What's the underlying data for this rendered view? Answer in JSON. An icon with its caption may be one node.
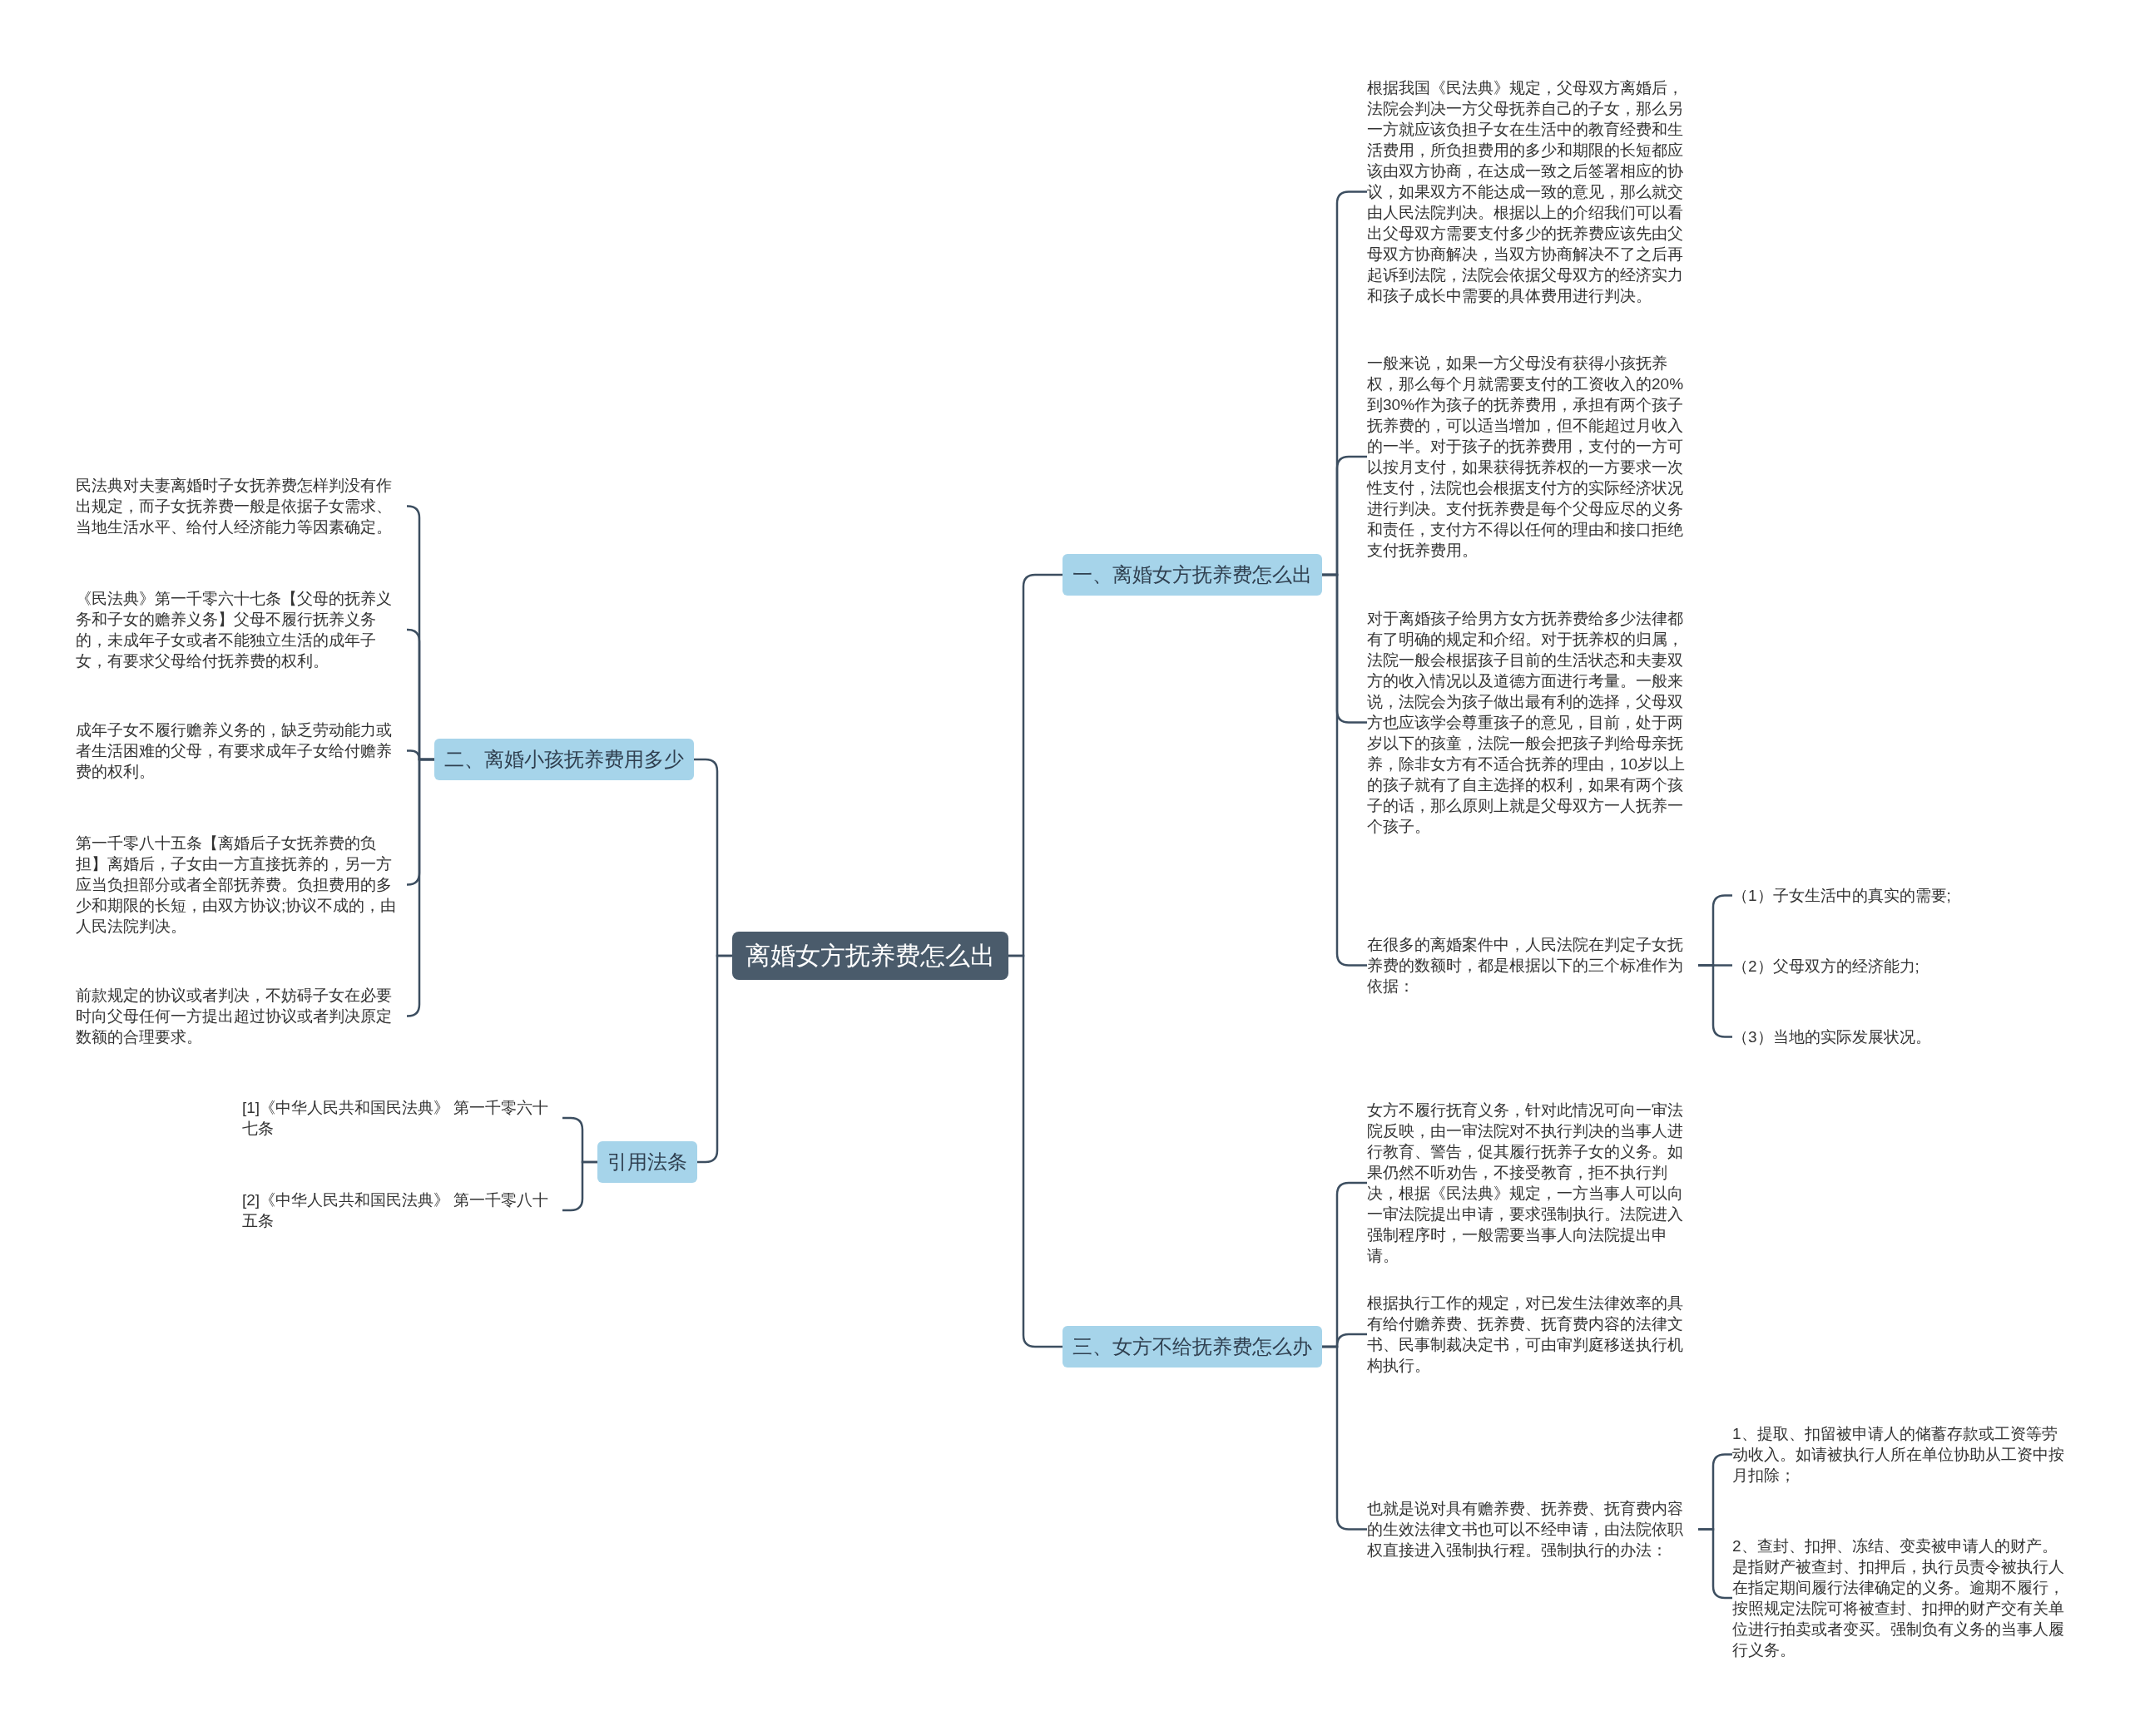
{
  "diagram": {
    "nodes": [
      {
        "text": [
          "离婚女方抚养费怎么出"
        ]
      },
      {
        "text": [
          "一、离婚女方抚养费怎么出"
        ]
      },
      {
        "text": [
          "根据我国《民法典》规定，父母双方离婚后，法院会判决一方父母抚养自己的子女，那么另一方就应该负担子女在生活中的教育经费和生活费用，所负担费用的多少和期限的长短都应该由双方协商，在达成一致之后签署相应的协议，如果双方不能达成一致的意见，那么就交由人民法院判决。根据以上的介绍我们可以看出父母双方需要支付多少的抚养费应该先由父母双方协商解决，当双方协商解决不了之后再起诉到法院，法院会依据父母双方的经济实力和孩子成长中需要的具体费用进行判决。"
        ]
      },
      {
        "text": [
          "一般来说，如果一方父母没有获得小孩抚养权，那么每个月就需要支付的工资收入的20%到30%作为孩子的抚养费用，承担有两个孩子抚养费的，可以适当增加，但不能超过月收入的一半。对于孩子的抚养费用，支付的一方可以按月支付，如果获得抚养权的一方要求一次性支付，法院也会根据支付方的实际经济状况进行判决。支付抚养费是每个父母应尽的义务和责任，支付方不得以任何的理由和接口拒绝支付抚养费用。"
        ]
      },
      {
        "text": [
          "对于离婚孩子给男方女方抚养费给多少法律都有了明确的规定和介绍。对于抚养权的归属，法院一般会根据孩子目前的生活状态和夫妻双方的收入情况以及道德方面进行考量。一般来说，法院会为孩子做出最有利的选择，父母双方也应该学会尊重孩子的意见，目前，处于两岁以下的孩童，法院一般会把孩子判给母亲抚养，除非女方有不适合抚养的理由，10岁以上的孩子就有了自主选择的权利，如果有两个孩子的话，那么原则上就是父母双方一人抚养一个孩子。"
        ]
      },
      {
        "text": [
          "在很多的离婚案件中，人民法院在判定子女抚养费的数额时，都是根据以下的三个标准作为依据："
        ]
      },
      {
        "text": [
          "（1）子女生活中的真实的需要;"
        ]
      },
      {
        "text": [
          "（2）父母双方的经济能力;"
        ]
      },
      {
        "text": [
          "（3）当地的实际发展状况。"
        ]
      },
      {
        "text": [
          "三、女方不给抚养费怎么办"
        ]
      },
      {
        "text": [
          "女方不履行抚育义务，针对此情况可向一审法院反映，由一审法院对不执行判决的当事人进行教育、警告，促其履行抚养子女的义务。如果仍然不听劝告，不接受教育，拒不执行判决，根据《民法典》规定，一方当事人可以向一审法院提出申请，要求强制执行。法院进入强制程序时，一般需要当事人向法院提出申请。"
        ]
      },
      {
        "text": [
          "根据执行工作的规定，对已发生法律效率的具有给付赡养费、抚养费、抚育费内容的法律文书、民事制裁决定书，可由审判庭移送执行机构执行。"
        ]
      },
      {
        "text": [
          "也就是说对具有赡养费、抚养费、抚育费内容的生效法律文书也可以不经申请，由法院依职权直接进入强制执行程。强制执行的办法："
        ]
      },
      {
        "text": [
          "1、提取、扣留被申请人的储蓄存款或工资等劳动收入。如请被执行人所在单位协助从工资中按月扣除；"
        ]
      },
      {
        "text": [
          "2、查封、扣押、冻结、变卖被申请人的财产。是指财产被查封、扣押后，执行员责令被执行人在指定期间履行法律确定的义务。逾期不履行，按照规定法院可将被查封、扣押的财产交有关单位进行拍卖或者变买。强制负有义务的当事人履行义务。"
        ]
      },
      {
        "text": [
          "二、离婚小孩抚养费用多少"
        ]
      },
      {
        "text": [
          "民法典对夫妻离婚时子女抚养费怎样判没有作出规定，而子女抚养费一般是依据子女需求、当地生活水平、给付人经济能力等因素确定。"
        ]
      },
      {
        "text": [
          "《民法典》第一千零六十七条【父母的抚养义务和子女的赡养义务】父母不履行抚养义务的，未成年子女或者不能独立生活的成年子女，有要求父母给付抚养费的权利。"
        ]
      },
      {
        "text": [
          "成年子女不履行赡养义务的，缺乏劳动能力或者生活困难的父母，有要求成年子女给付赡养费的权利。"
        ]
      },
      {
        "text": [
          "第一千零八十五条【离婚后子女抚养费的负担】离婚后，子女由一方直接抚养的，另一方应当负担部分或者全部抚养费。负担费用的多少和期限的长短，由双方协议;协议不成的，由人民法院判决。"
        ]
      },
      {
        "text": [
          "前款规定的协议或者判决，不妨碍子女在必要时向父母任何一方提出超过协议或者判决原定数额的合理要求。"
        ]
      },
      {
        "text": [
          "引用法条"
        ]
      },
      {
        "text": [
          "[1]《中华人民共和国民法典》 第一千零六十七条"
        ]
      },
      {
        "text": [
          "[2]《中华人民共和国民法典》 第一千零八十五条"
        ]
      }
    ],
    "edges": [
      {
        "from": 0,
        "to": 1,
        "arrow": "none"
      },
      {
        "from": 1,
        "to": 2,
        "arrow": "none"
      },
      {
        "from": 1,
        "to": 3,
        "arrow": "none"
      },
      {
        "from": 1,
        "to": 4,
        "arrow": "none"
      },
      {
        "from": 1,
        "to": 5,
        "arrow": "none"
      },
      {
        "from": 5,
        "to": 6,
        "arrow": "none"
      },
      {
        "from": 5,
        "to": 7,
        "arrow": "none"
      },
      {
        "from": 5,
        "to": 8,
        "arrow": "none"
      },
      {
        "from": 0,
        "to": 9,
        "arrow": "none"
      },
      {
        "from": 9,
        "to": 10,
        "arrow": "none"
      },
      {
        "from": 9,
        "to": 11,
        "arrow": "none"
      },
      {
        "from": 9,
        "to": 12,
        "arrow": "none"
      },
      {
        "from": 12,
        "to": 13,
        "arrow": "none"
      },
      {
        "from": 12,
        "to": 14,
        "arrow": "none"
      },
      {
        "from": 0,
        "to": 15,
        "arrow": "none"
      },
      {
        "from": 15,
        "to": 16,
        "arrow": "none"
      },
      {
        "from": 15,
        "to": 17,
        "arrow": "none"
      },
      {
        "from": 15,
        "to": 18,
        "arrow": "none"
      },
      {
        "from": 15,
        "to": 19,
        "arrow": "none"
      },
      {
        "from": 15,
        "to": 20,
        "arrow": "none"
      },
      {
        "from": 0,
        "to": 21,
        "arrow": "none"
      },
      {
        "from": 21,
        "to": 22,
        "arrow": "none"
      },
      {
        "from": 21,
        "to": 23,
        "arrow": "none"
      }
    ]
  }
}
